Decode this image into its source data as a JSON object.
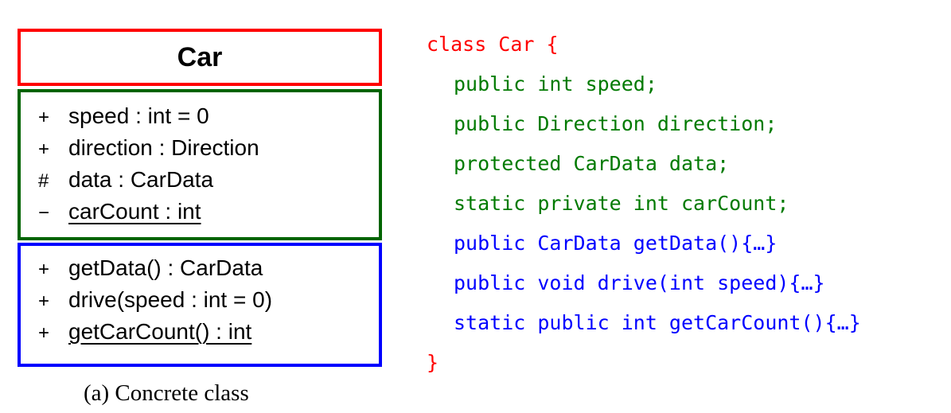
{
  "uml": {
    "class_name": "Car",
    "attributes": [
      {
        "visibility": "+",
        "text": "speed : int = 0",
        "underlined": false
      },
      {
        "visibility": "+",
        "text": "direction : Direction",
        "underlined": false
      },
      {
        "visibility": "#",
        "text": "data : CarData",
        "underlined": false
      },
      {
        "visibility": "−",
        "text": "carCount : int",
        "underlined": true
      }
    ],
    "operations": [
      {
        "visibility": "+",
        "text": "getData() : CarData",
        "underlined": false
      },
      {
        "visibility": "+",
        "text": "drive(speed : int = 0)",
        "underlined": false
      },
      {
        "visibility": "+",
        "text": "getCarCount() : int",
        "underlined": true
      }
    ],
    "caption": "(a) Concrete class"
  },
  "code": {
    "open": "class Car {",
    "fields": [
      "public int speed;",
      "public Direction direction;",
      "protected CarData data;",
      "static private int carCount;"
    ],
    "methods": [
      "public CarData getData(){…}",
      "public void drive(int speed){…}",
      "static public int getCarCount(){…}"
    ],
    "close": "}"
  },
  "colors": {
    "class_name_border": "#ff0000",
    "attributes_border": "#006400",
    "operations_border": "#0000ff",
    "code_class_line": "#ff0000",
    "code_fields": "#007a00",
    "code_methods": "#0000ff"
  }
}
